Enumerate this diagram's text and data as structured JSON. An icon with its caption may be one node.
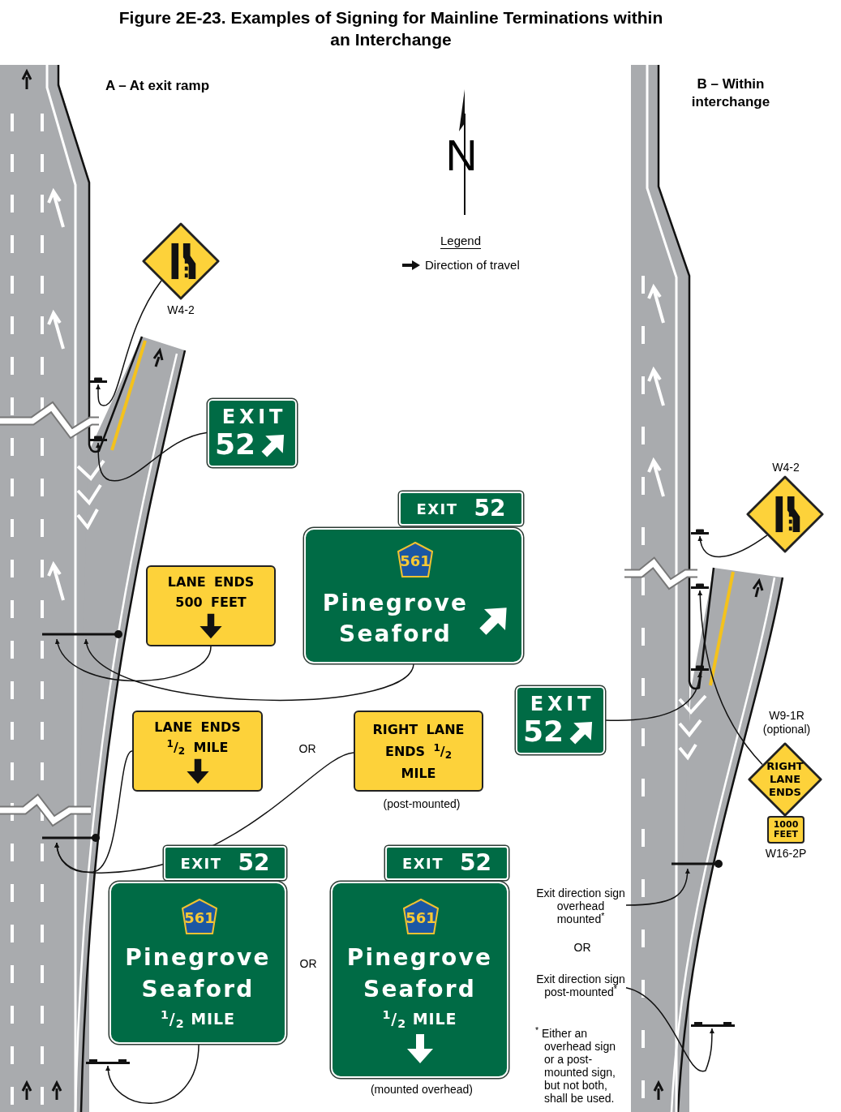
{
  "diagram": {
    "title": "Figure 2E-23. Examples of Signing for Mainline Terminations within an Interchange",
    "nodes": [
      {
        "text": [],
        "shape": "diamond",
        "beside": [
          "W4-2"
        ]
      },
      {
        "text": [
          "EXIT",
          "52"
        ]
      },
      {
        "text": [
          "EXIT",
          "52"
        ]
      },
      {
        "text": [
          "Pinegrove Seaford"
        ]
      },
      {
        "text": [
          "561"
        ],
        "in": 3
      },
      {
        "text": [
          "LANE ENDS 500 FEET"
        ]
      },
      {
        "text": [
          "LANE ENDS $^{1}$/$_{2}$ MILE"
        ]
      },
      {
        "text": [
          "RIGHT LANE ENDS $^{1}$/$_{2}$ MILE"
        ],
        "beside": [
          "(post-mounted)"
        ]
      },
      {
        "text": [
          "EXIT",
          "52"
        ]
      },
      {
        "text": [
          "Pinegrove Seaford",
          "$^{1}$/$_{2}$ MILE"
        ]
      },
      {
        "text": [
          "561"
        ],
        "in": 9
      },
      {
        "text": [
          "EXIT",
          "52"
        ]
      },
      {
        "text": [
          "Pinegrove Seaford",
          "$^{1}$/$_{2}$ MILE"
        ],
        "beside": [
          "(mounted overhead)"
        ]
      },
      {
        "text": [
          "561"
        ],
        "in": 12
      },
      {
        "text": [],
        "shape": "diamond",
        "beside": [
          "W4-2"
        ]
      },
      {
        "text": [
          "EXIT",
          "52"
        ]
      },
      {
        "text": [
          "RIGHT LANE ENDS"
        ],
        "beside": [
          "W9-1R (optional)"
        ]
      },
      {
        "text": [
          "1000 FEET"
        ],
        "beside": [
          "W16-2P"
        ]
      },
      {
        "text": [
          "Exit direction sign overhead mounted$^{*}$"
        ]
      },
      {
        "text": [
          "Exit direction sign post-mounted$^{*}$"
        ]
      },
      {
        "text": [],
        "shape": "bar"
      },
      {
        "text": [],
        "shape": "bar"
      },
      {
        "text": [],
        "shape": "bar"
      },
      {
        "text": [],
        "shape": "bar"
      },
      {
        "text": [],
        "shape": "bar"
      },
      {
        "text": [],
        "shape": "bar"
      },
      {
        "text": [],
        "shape": "bar"
      },
      {
        "text": [],
        "shape": "bar"
      },
      {
        "text": [],
        "shape": "bar"
      },
      {
        "text": [],
        "shape": "bar"
      }
    ],
    "edges": [
      {
        "from": 0,
        "to": 20,
        "arrow": "to"
      },
      {
        "from": 1,
        "to": 21,
        "arrow": "to"
      },
      {
        "from": 5,
        "to": 22,
        "arrow": "to"
      },
      {
        "from": 3,
        "to": 22,
        "arrow": "to"
      },
      {
        "from": 6,
        "to": 23,
        "arrow": "to"
      },
      {
        "from": 7,
        "to": 23,
        "arrow": "to"
      },
      {
        "from": 9,
        "to": 24,
        "arrow": "to"
      },
      {
        "from": 14,
        "to": 25,
        "arrow": "to"
      },
      {
        "from": 16,
        "to": 26,
        "arrow": "to"
      },
      {
        "from": 15,
        "to": 27,
        "arrow": "to"
      },
      {
        "from": 18,
        "to": 28,
        "arrow": "to"
      },
      {
        "from": 19,
        "to": 29,
        "arrow": "to"
      }
    ],
    "labels": [
      "A – At exit ramp",
      "B – Within interchange",
      "N",
      "Legend",
      "OR",
      "OR",
      "OR",
      "$^{*}$ Either an overhead sign or a post-mounted sign, but not both, shall be used."
    ],
    "legend": [
      {
        "text": "Direction of travel"
      }
    ]
  }
}
